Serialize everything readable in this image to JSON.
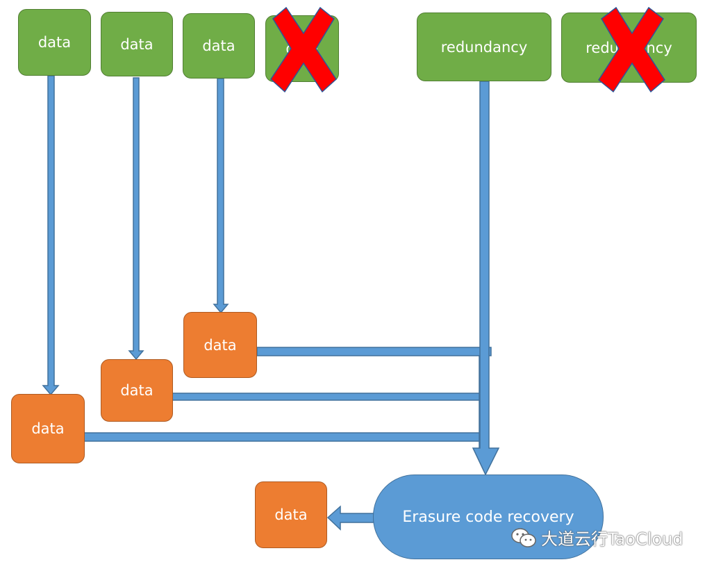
{
  "top_row": {
    "data1": "data",
    "data2": "data",
    "data3": "data",
    "data4": "data",
    "redundancy1": "redundancy",
    "redundancy2": "redundancy"
  },
  "intermediate": {
    "data_a": "data",
    "data_b": "data",
    "data_c": "data"
  },
  "recovery": {
    "label": "Erasure code recovery",
    "output": "data"
  },
  "watermark": {
    "text": "大道云行TaoCloud"
  },
  "colors": {
    "data_block": "#70AD47",
    "recovered_block": "#ED7D31",
    "process": "#5B9BD5",
    "lost_mark": "#FF0000"
  }
}
